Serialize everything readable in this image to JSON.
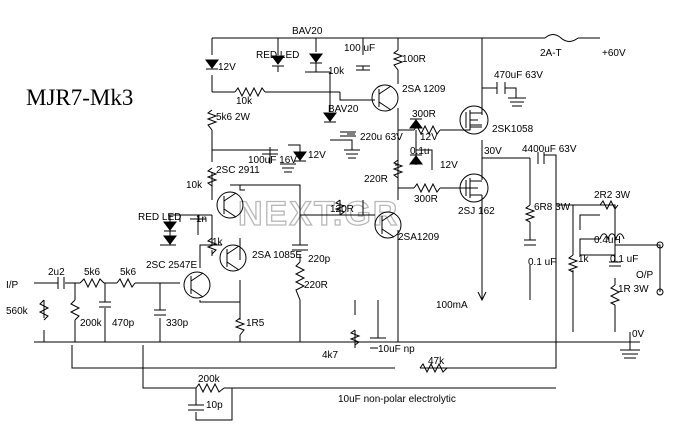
{
  "title": "MJR7-Mk3",
  "watermark": "NEXT.GR",
  "power": {
    "fuse": "2A-T",
    "supply": "+60V",
    "rail_voltage": "30V",
    "ground": "0V"
  },
  "io": {
    "input": "I/P",
    "output": "O/P"
  },
  "labels": [
    "BAV20",
    "RED LED",
    "12V",
    "100 uF",
    "10k",
    "100R",
    "10k",
    "5k6 2W",
    "2SA 1209",
    "470uF 63V",
    "BAV20",
    "220u 63V",
    "300R",
    "12V",
    "2SK1058",
    "12V",
    "100uF 16V",
    "12V",
    "0.1u",
    "220R",
    "300R",
    "4400uF 63V",
    "2SC 2911",
    "10k",
    "1n",
    "120R",
    "2SJ 162",
    "2SA1209",
    "RED LED",
    "2R2 3W",
    "6R8 3W",
    "0.4uH",
    "1k",
    "2SA 1085E",
    "2SC 2547E",
    "220p",
    "0.1 uF",
    "0.1 uF",
    "1k",
    "1R 3W",
    "2u2",
    "5k6",
    "5k6",
    "560k",
    "200k",
    "470p",
    "330p",
    "220R",
    "1R5",
    "100mA",
    "4k7",
    "10uF np",
    "47k",
    "200k",
    "10p",
    "10uF non-polar electrolytic"
  ]
}
